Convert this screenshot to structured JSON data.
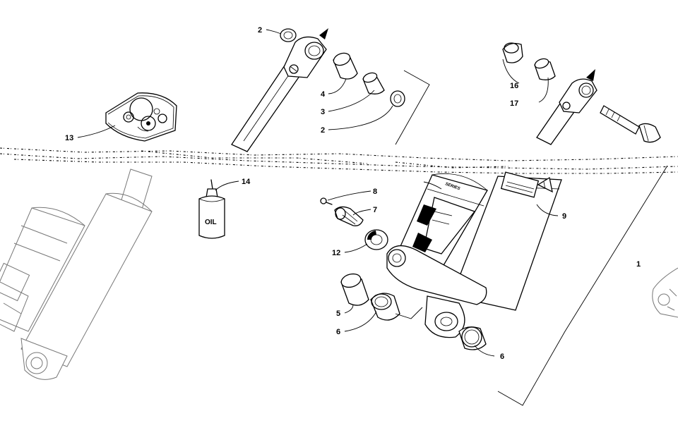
{
  "diagram": {
    "callouts": {
      "c1": "1",
      "c2_top": "2",
      "c2_bottom": "2",
      "c3": "3",
      "c4": "4",
      "c5": "5",
      "c6_left": "6",
      "c6_right": "6",
      "c7": "7",
      "c8": "8",
      "c9": "9",
      "c12": "12",
      "c13": "13",
      "c14": "14",
      "c16": "16",
      "c17": "17"
    },
    "oil_bottle_text": "OIL"
  }
}
